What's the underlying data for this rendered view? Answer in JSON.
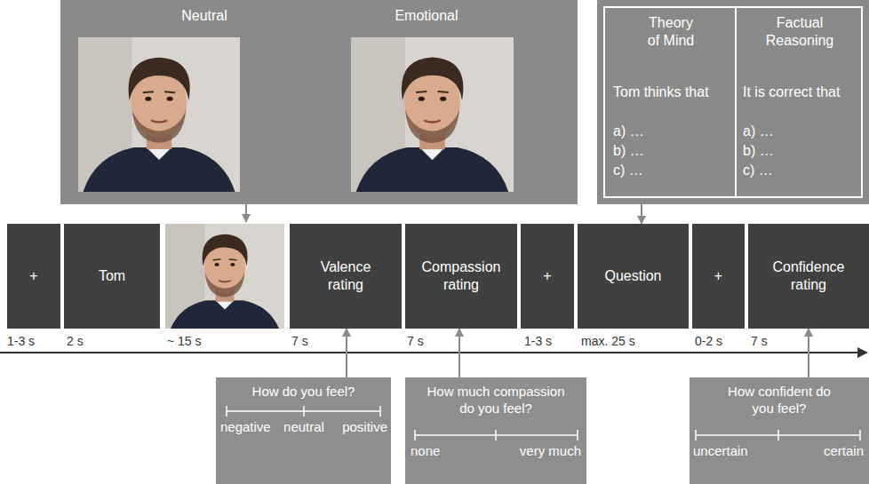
{
  "diagram": {
    "nodes": [
      {
        "text": [
          "Neutral",
          "Emotional"
        ]
      },
      {
        "text": [
          "Theory of Mind",
          "Factual Reasoning",
          "Tom thinks that",
          "It is correct that",
          "a) …",
          "a) …",
          "b) …",
          "b) …",
          "c) …",
          "c) …"
        ]
      },
      {
        "text": [
          "+"
        ]
      },
      {
        "text": [
          "Tom"
        ]
      },
      {
        "text": [
          "Valence rating"
        ]
      },
      {
        "text": [
          "Compassion rating"
        ]
      },
      {
        "text": [
          "+"
        ]
      },
      {
        "text": [
          "Question"
        ]
      },
      {
        "text": [
          "+"
        ]
      },
      {
        "text": [
          "Confidence rating"
        ]
      },
      {
        "text": [
          "How do you feel?",
          "negative",
          "neutral",
          "positive"
        ]
      },
      {
        "text": [
          "How much compassion do you feel?",
          "none",
          "very much"
        ]
      },
      {
        "text": [
          "How confident do you feel?",
          "uncertain",
          "certain"
        ]
      }
    ],
    "edges": [
      {
        "from": 1,
        "to": 7,
        "arrow": "to"
      },
      {
        "from": 10,
        "to": 4,
        "arrow": "to"
      },
      {
        "from": 11,
        "to": 5,
        "arrow": "to"
      },
      {
        "from": 12,
        "to": 9,
        "arrow": "to"
      }
    ],
    "labels": [
      "1-3 s",
      "2 s",
      "~ 15 s",
      "7 s",
      "7 s",
      "1-3 s",
      "max. 25 s",
      "0-2 s",
      "7 s"
    ]
  }
}
